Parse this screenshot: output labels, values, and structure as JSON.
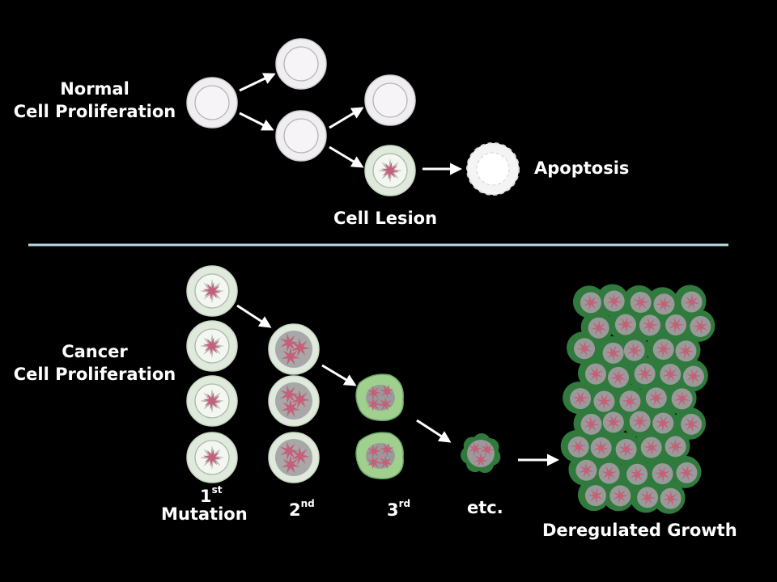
{
  "labels": {
    "normal_line1": "Normal",
    "normal_line2": "Cell Proliferation",
    "apoptosis": "Apoptosis",
    "cell_lesion": "Cell Lesion",
    "cancer_line1": "Cancer",
    "cancer_line2": "Cell Proliferation",
    "first_num": "1",
    "first_sup": "st",
    "mutation": "Mutation",
    "second_num": "2",
    "second_sup": "nd",
    "third_num": "3",
    "third_sup": "rd",
    "etc": "etc.",
    "deregulated_growth": "Deregulated Growth"
  },
  "colors": {
    "background": "#000000",
    "divider": "#b8dde0",
    "normal_cell": "#f1eef1",
    "lesion_cell": "#dfe9dc",
    "tumor_green": "#2f7a3c",
    "tumor_light_green": "#9fd08e",
    "mutation_star": "#c4607a",
    "arrow": "#ffffff"
  }
}
